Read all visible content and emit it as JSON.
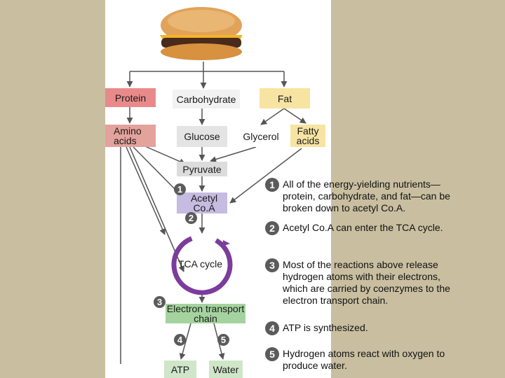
{
  "nodes": {
    "protein": "Protein",
    "carbohydrate": "Carbohydrate",
    "fat": "Fat",
    "amino_acids": "Amino acids",
    "glucose": "Glucose",
    "glycerol": "Glycerol",
    "fatty_acids": "Fatty acids",
    "pyruvate": "Pyruvate",
    "acetyl_coa": "Acetyl Co.A",
    "tca_cycle": "TCA cycle",
    "electron_transport": "Electron transport chain",
    "atp": "ATP",
    "water": "Water"
  },
  "step_markers": [
    "1",
    "2",
    "3",
    "4",
    "5"
  ],
  "notes": [
    {
      "num": "1",
      "text": "All of the energy-yielding nutrients—protein, carbohydrate, and fat—can be broken down to acetyl Co.A."
    },
    {
      "num": "2",
      "text": "Acetyl Co.A can enter the TCA cycle."
    },
    {
      "num": "3",
      "text": "Most of the reactions above release hydrogen atoms with their electrons, which are carried by coenzymes to the electron transport chain."
    },
    {
      "num": "4",
      "text": "ATP is synthesized."
    },
    {
      "num": "5",
      "text": "Hydrogen atoms react with oxygen to produce water."
    }
  ],
  "colors": {
    "background": "#c9bfa0",
    "protein": "#e98a8a",
    "amino_acids": "#e3a29c",
    "carbohydrate": "#f2f2f2",
    "glucose": "#e4e4e4",
    "fat": "#f7e4a2",
    "pyruvate": "#dcdcdc",
    "acetyl_coa": "#c6bbe1",
    "tca_cycle": "#7c3c9c",
    "electron_transport": "#a5d39f",
    "atp": "#cfe6c8"
  }
}
